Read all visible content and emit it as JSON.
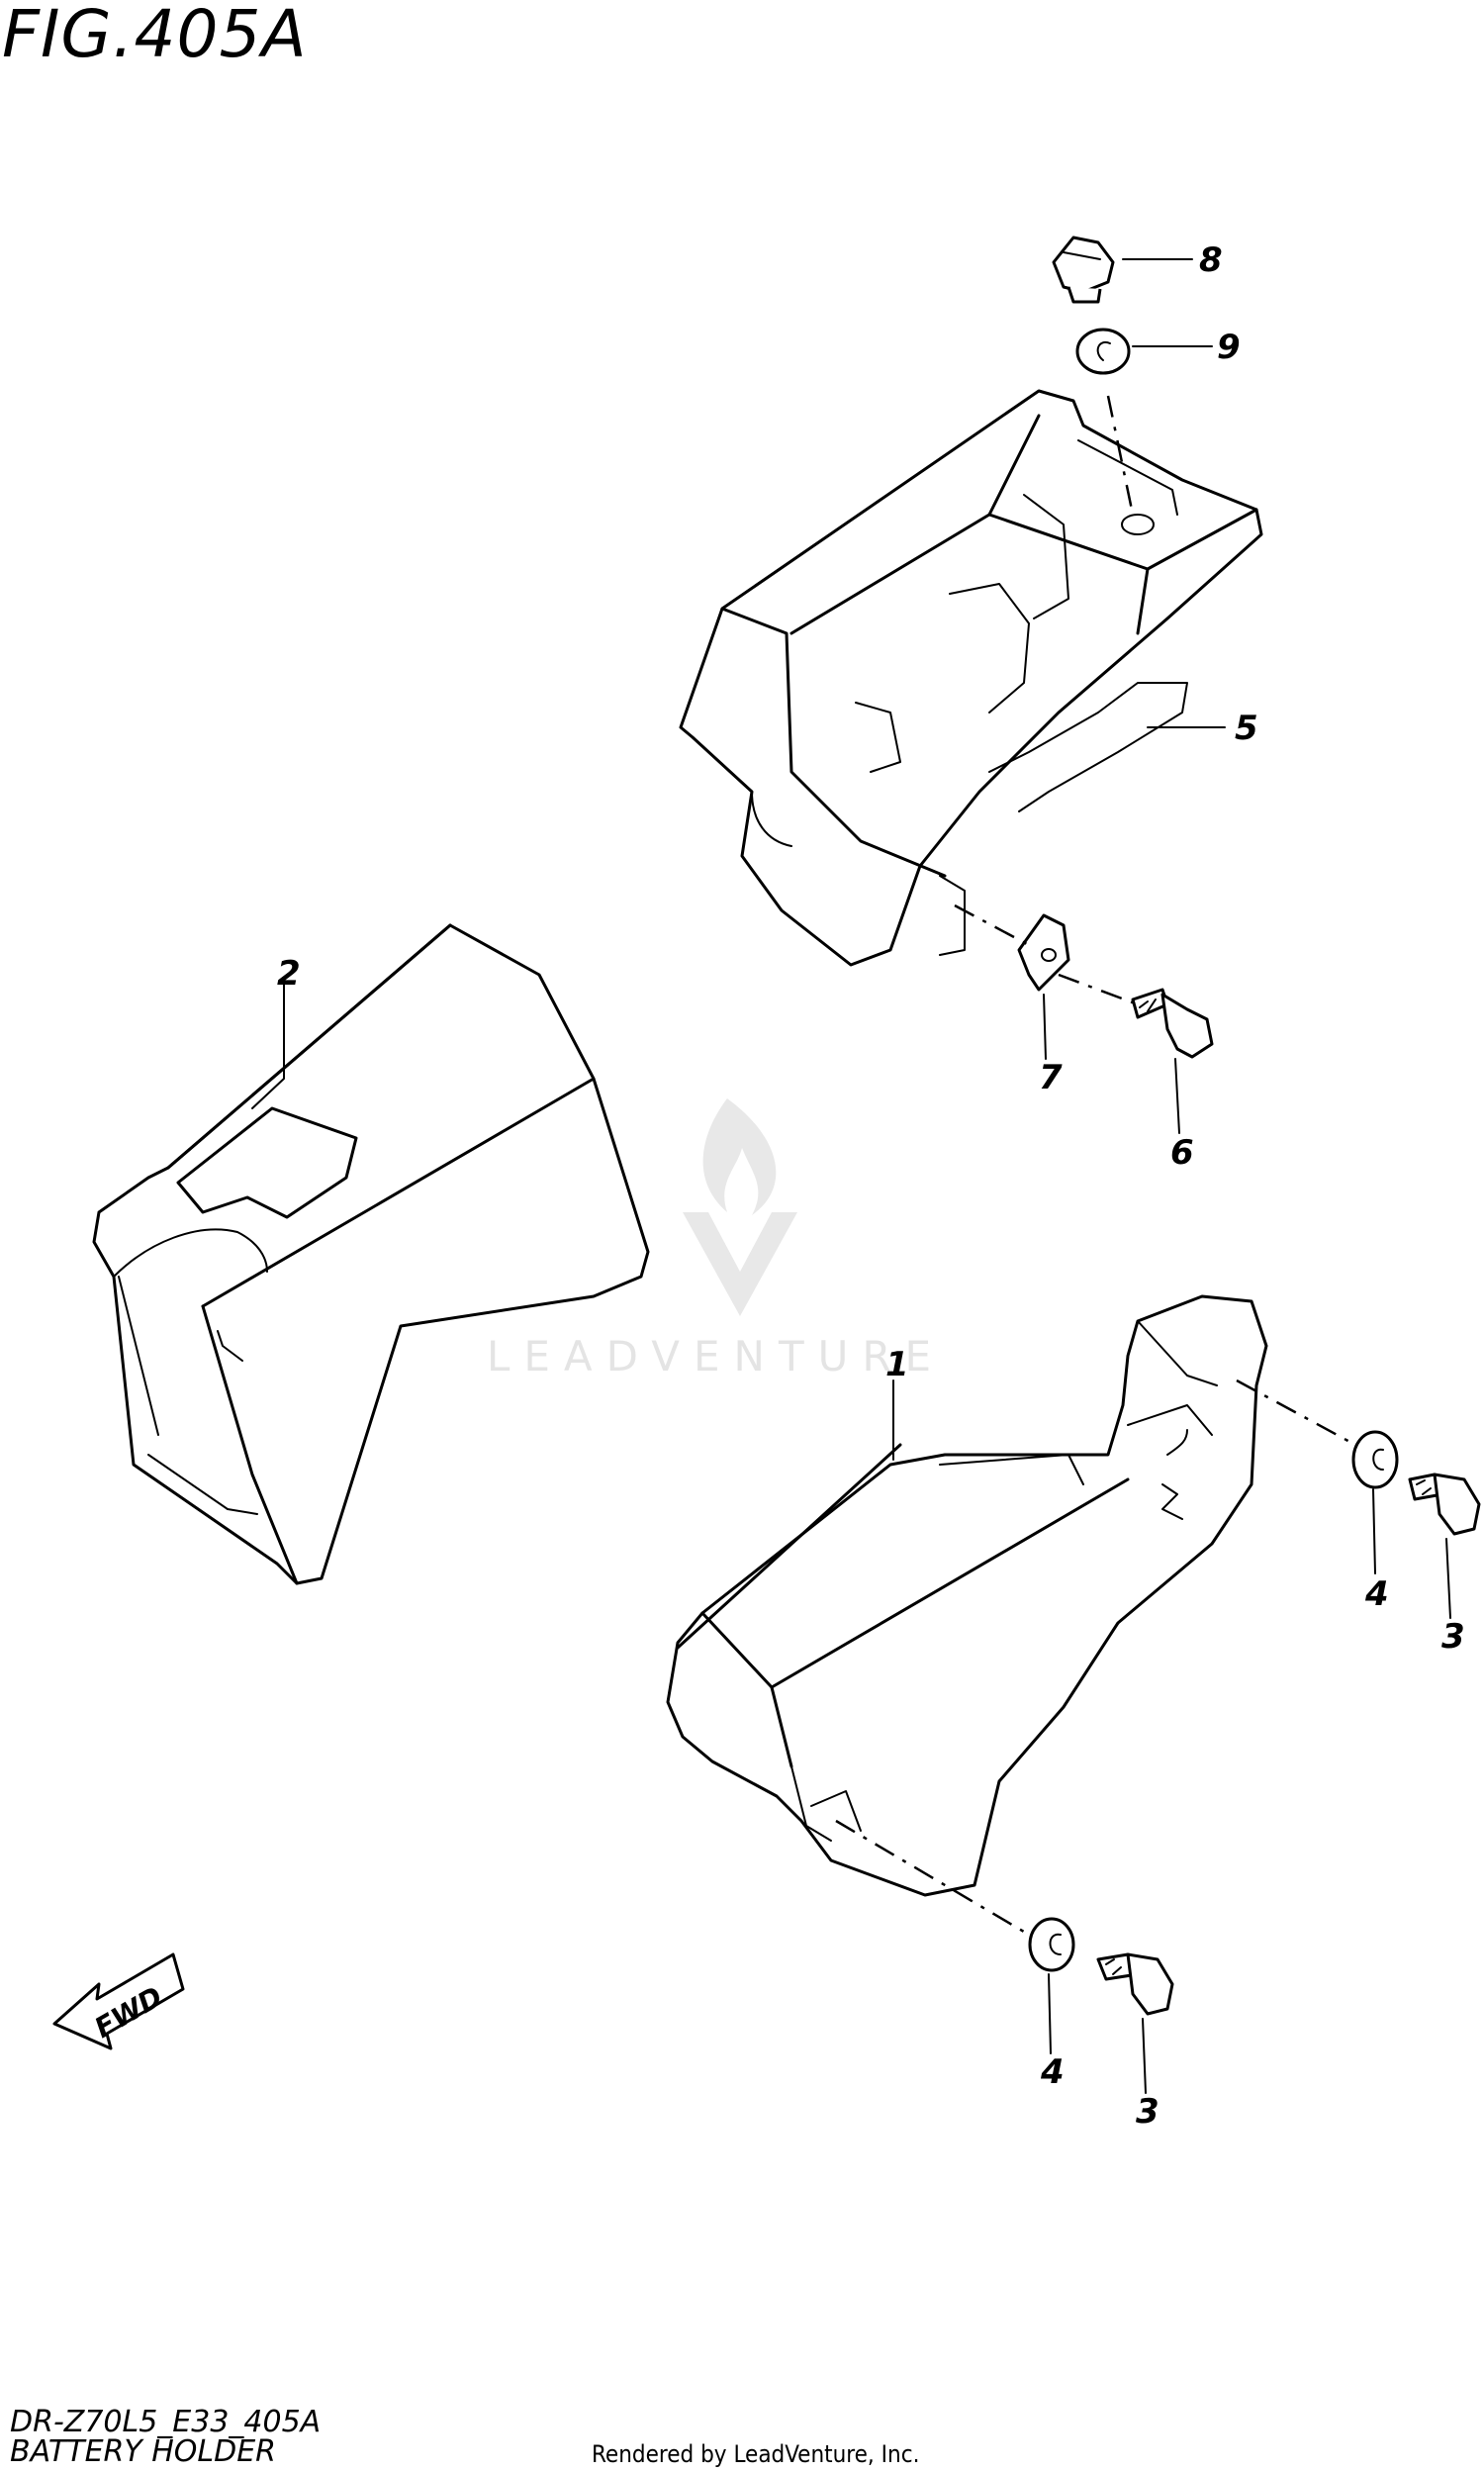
{
  "figure": {
    "title": "FIG.405A",
    "model_code": "DR-Z70L5_E33_405A",
    "subtitle": "BATTERY HOLDER",
    "footer": "Rendered by LeadVenture, Inc.",
    "watermark": "LEADVENTURE",
    "direction_label": "FWD"
  },
  "callouts": {
    "c1": "1",
    "c2": "2",
    "c3a": "3",
    "c3b": "3",
    "c4a": "4",
    "c4b": "4",
    "c5": "5",
    "c6": "6",
    "c7": "7",
    "c8": "8",
    "c9": "9"
  },
  "colors": {
    "line": "#000000",
    "background": "#ffffff",
    "watermark": "#e2e2e2"
  }
}
